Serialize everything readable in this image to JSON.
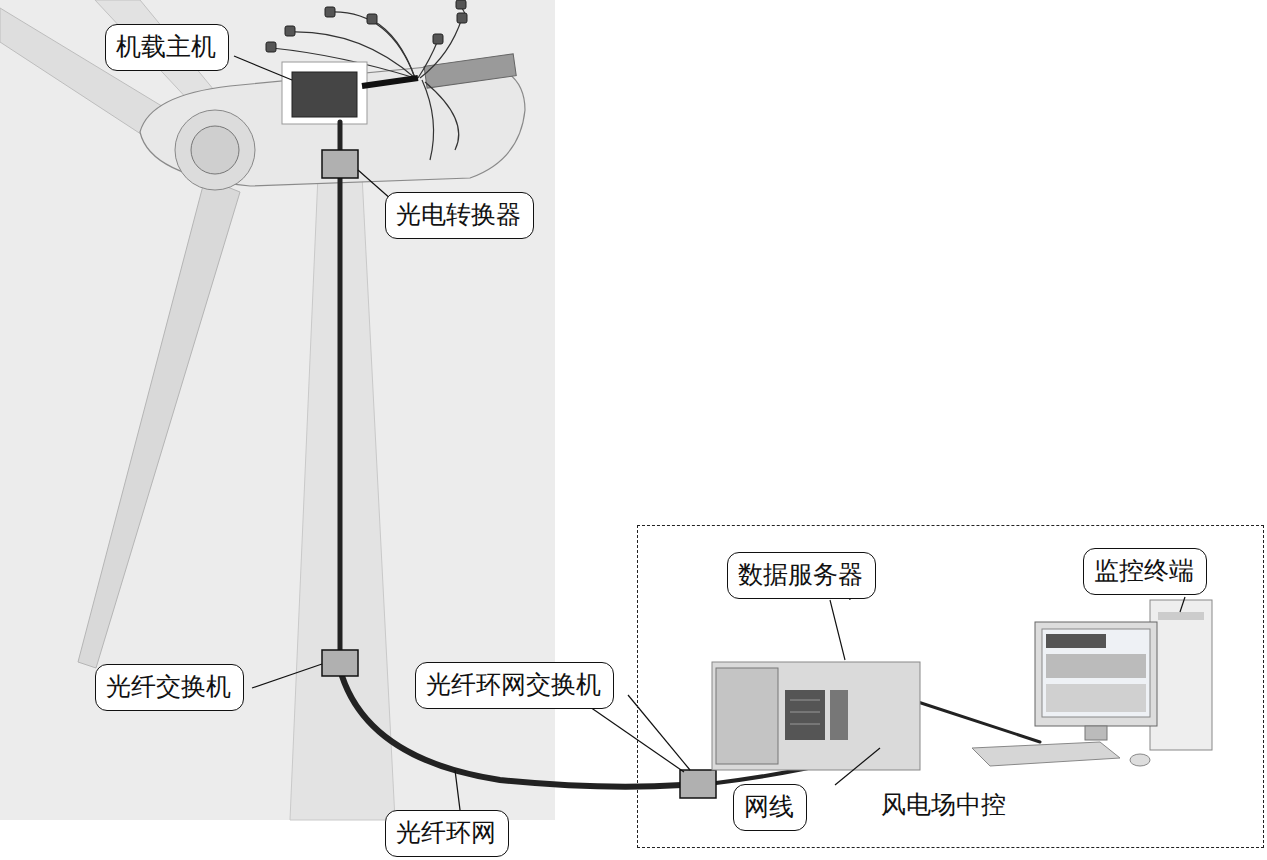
{
  "diagram": {
    "nodes": [
      {
        "text": [
          "机载主机"
        ]
      },
      {
        "text": [
          "光电转换器"
        ]
      },
      {
        "text": [
          "光纤交换机"
        ]
      },
      {
        "text": [
          "光纤环网交换机"
        ]
      },
      {
        "text": [
          "风电场中控"
        ]
      },
      {
        "text": [
          "数据服务器"
        ],
        "in": 4
      },
      {
        "text": [
          "监控终端"
        ],
        "in": 4
      },
      {
        "text": [
          "网线"
        ],
        "in": 4
      },
      {
        "text": [
          "光纤环网"
        ]
      }
    ]
  }
}
